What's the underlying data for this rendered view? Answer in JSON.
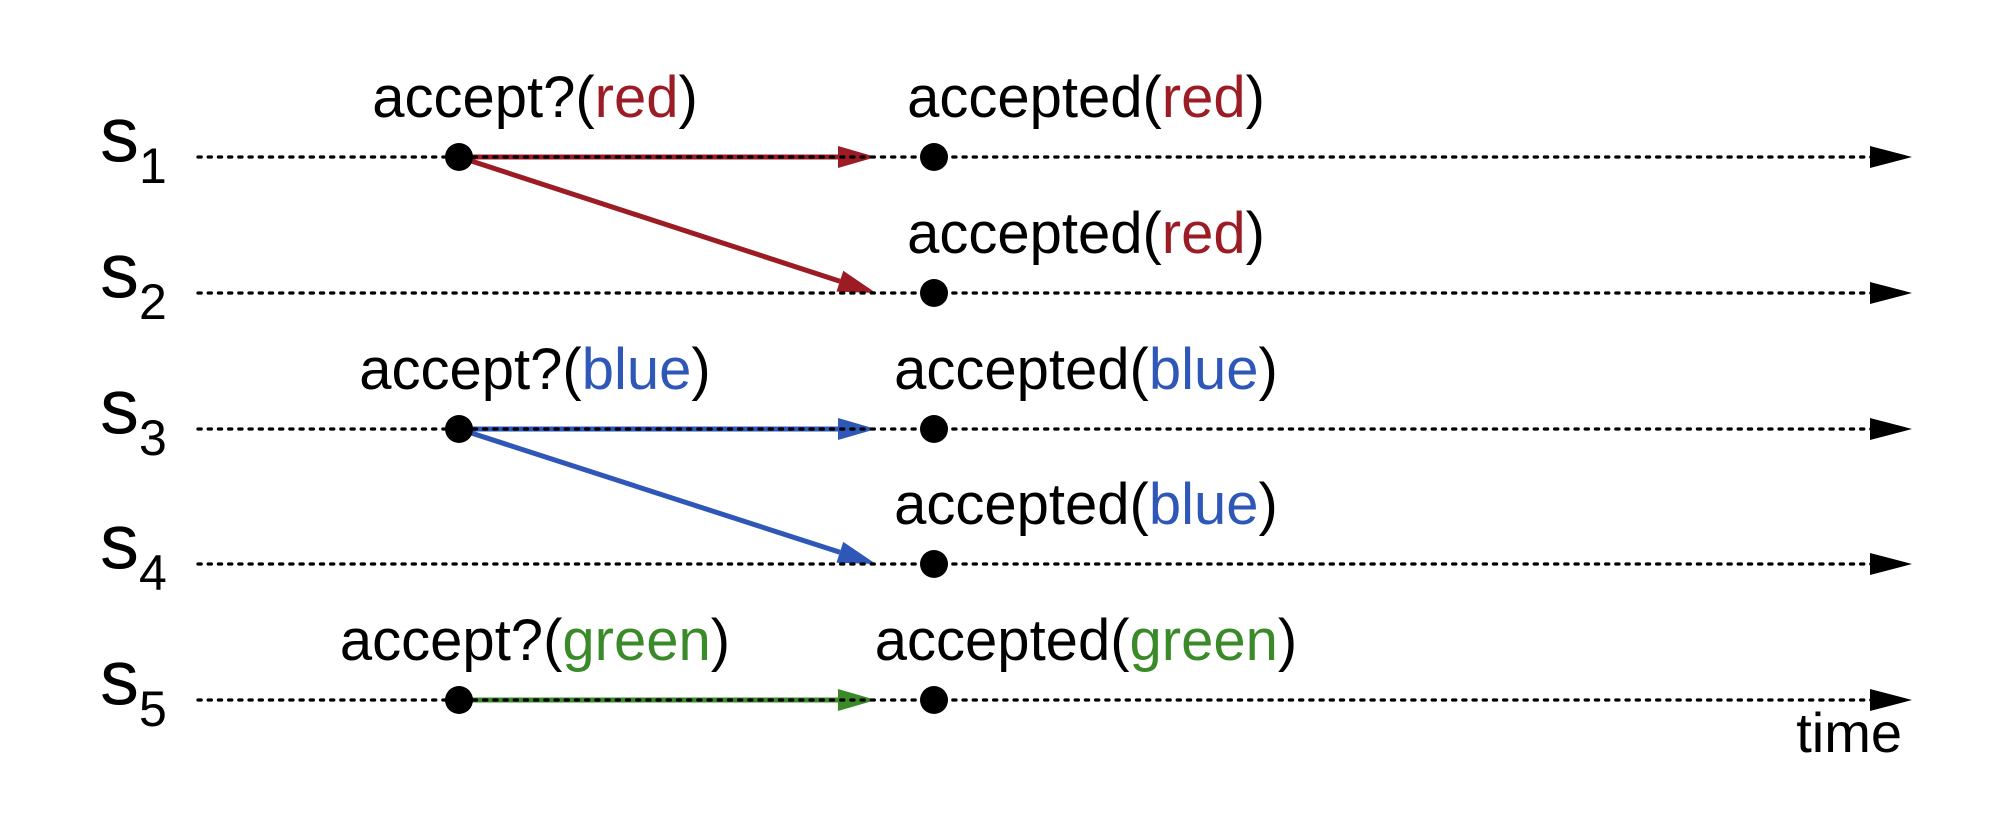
{
  "colors": {
    "red": "#9b1c24",
    "blue": "#2e57b8",
    "green": "#3a8a2a",
    "ink": "#000000"
  },
  "time_label": "time",
  "servers": [
    {
      "letter": "s",
      "index": "1",
      "send": {
        "prefix": "accept?(",
        "value": "red",
        "suffix": ")",
        "color": "red"
      },
      "recv": {
        "prefix": "accepted(",
        "value": "red",
        "suffix": ")",
        "color": "red"
      }
    },
    {
      "letter": "s",
      "index": "2",
      "send": null,
      "recv": {
        "prefix": "accepted(",
        "value": "red",
        "suffix": ")",
        "color": "red"
      }
    },
    {
      "letter": "s",
      "index": "3",
      "send": {
        "prefix": "accept?(",
        "value": "blue",
        "suffix": ")",
        "color": "blue"
      },
      "recv": {
        "prefix": "accepted(",
        "value": "blue",
        "suffix": ")",
        "color": "blue"
      }
    },
    {
      "letter": "s",
      "index": "4",
      "send": null,
      "recv": {
        "prefix": "accepted(",
        "value": "blue",
        "suffix": ")",
        "color": "blue"
      }
    },
    {
      "letter": "s",
      "index": "5",
      "send": {
        "prefix": "accept?(",
        "value": "green",
        "suffix": ")",
        "color": "green"
      },
      "recv": {
        "prefix": "accepted(",
        "value": "green",
        "suffix": ")",
        "color": "green"
      }
    }
  ],
  "messages": [
    {
      "from": 0,
      "to": 0,
      "color": "red"
    },
    {
      "from": 0,
      "to": 1,
      "color": "red"
    },
    {
      "from": 2,
      "to": 2,
      "color": "blue"
    },
    {
      "from": 2,
      "to": 3,
      "color": "blue"
    },
    {
      "from": 4,
      "to": 4,
      "color": "green"
    }
  ]
}
